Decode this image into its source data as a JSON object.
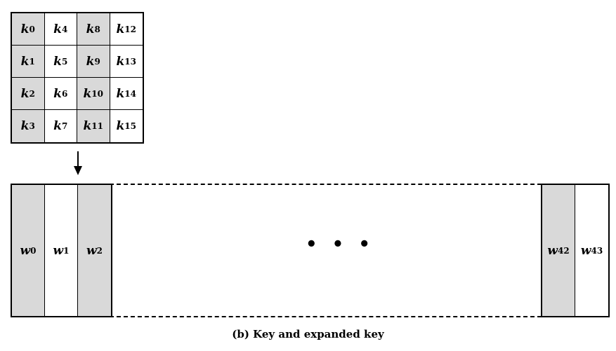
{
  "key_grid": {
    "cells": [
      {
        "base": "k",
        "sub": "0",
        "shaded": true
      },
      {
        "base": "k",
        "sub": "4",
        "shaded": false
      },
      {
        "base": "k",
        "sub": "8",
        "shaded": true
      },
      {
        "base": "k",
        "sub": "12",
        "shaded": false
      },
      {
        "base": "k",
        "sub": "1",
        "shaded": true
      },
      {
        "base": "k",
        "sub": "5",
        "shaded": false
      },
      {
        "base": "k",
        "sub": "9",
        "shaded": true
      },
      {
        "base": "k",
        "sub": "13",
        "shaded": false
      },
      {
        "base": "k",
        "sub": "2",
        "shaded": true
      },
      {
        "base": "k",
        "sub": "6",
        "shaded": false
      },
      {
        "base": "k",
        "sub": "10",
        "shaded": true
      },
      {
        "base": "k",
        "sub": "14",
        "shaded": false
      },
      {
        "base": "k",
        "sub": "3",
        "shaded": true
      },
      {
        "base": "k",
        "sub": "7",
        "shaded": false
      },
      {
        "base": "k",
        "sub": "11",
        "shaded": true
      },
      {
        "base": "k",
        "sub": "15",
        "shaded": false
      }
    ]
  },
  "expanded_key": {
    "left_words": [
      {
        "base": "w",
        "sub": "0",
        "shaded": true
      },
      {
        "base": "w",
        "sub": "1",
        "shaded": false
      },
      {
        "base": "w",
        "sub": "2",
        "shaded": true
      }
    ],
    "ellipsis": "• • •",
    "right_words": [
      {
        "base": "w",
        "sub": "42",
        "shaded": true
      },
      {
        "base": "w",
        "sub": "43",
        "shaded": false
      }
    ]
  },
  "caption": "(b) Key and expanded key",
  "colors": {
    "shade": "#d9d9d9",
    "line": "#000000"
  }
}
